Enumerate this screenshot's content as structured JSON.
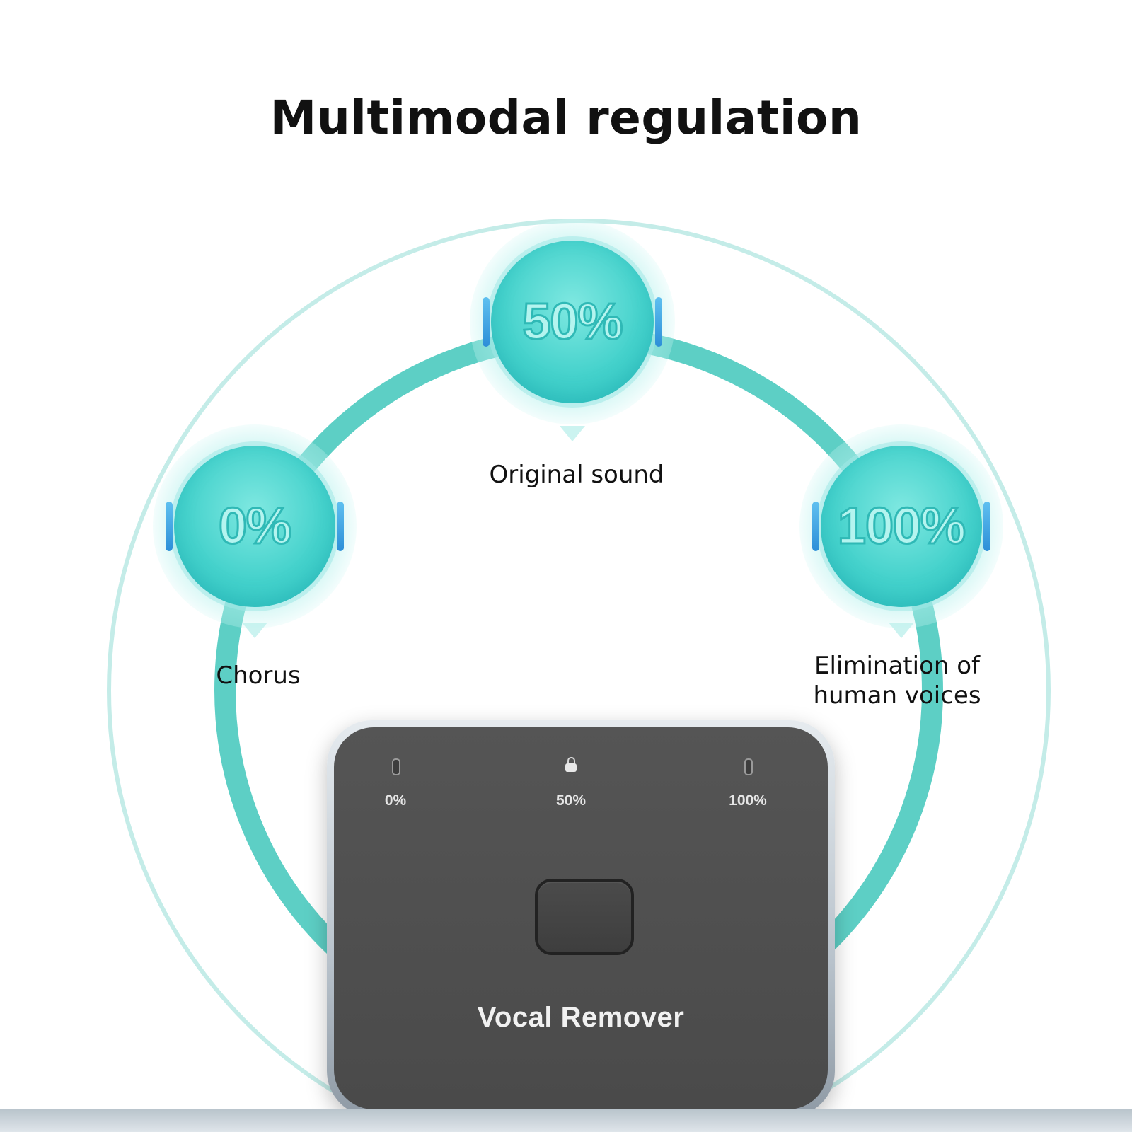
{
  "title": "Multimodal regulation",
  "colors": {
    "teal_ring": "#5dcfc5",
    "outer_ring": "#bdeae6",
    "bubble": "#45d2cc",
    "device_face": "#505050"
  },
  "modes": [
    {
      "percent": "0%",
      "label": "Chorus"
    },
    {
      "percent": "50%",
      "label": "Original sound"
    },
    {
      "percent": "100%",
      "label": "Elimination of\nhuman voices"
    }
  ],
  "device": {
    "name": "Vocal Remover",
    "indicators": [
      "0%",
      "50%",
      "100%"
    ],
    "active_indicator_icon": "lock-icon"
  }
}
